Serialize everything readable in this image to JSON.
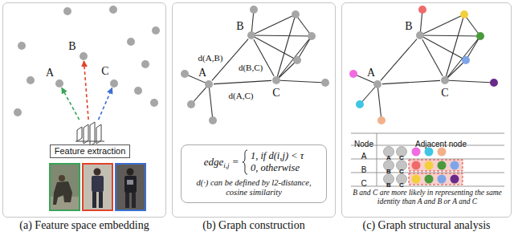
{
  "diagram": {
    "nodes": [
      {
        "text": [
          "(a) Feature space embedding"
        ]
      },
      {
        "text": [
          "(b) Graph construction"
        ]
      },
      {
        "text": [
          "(c) Graph structural analysis"
        ]
      },
      {
        "text": [
          "A"
        ],
        "in": 0
      },
      {
        "text": [
          "B"
        ],
        "in": 0
      },
      {
        "text": [
          "C"
        ],
        "in": 0
      },
      {
        "text": [
          "Feature extraction"
        ],
        "in": 0
      },
      {
        "text": [
          "A"
        ],
        "in": 1
      },
      {
        "text": [
          "B"
        ],
        "in": 1
      },
      {
        "text": [
          "C"
        ],
        "in": 1
      },
      {
        "text": [
          "edge",
          "i,j",
          "=",
          "1, if d(i,j) < τ",
          "0, otherwise",
          "d(·) can be defined by l2-distance, cosine similarity"
        ],
        "in": 1
      },
      {
        "text": [
          "A"
        ],
        "in": 2
      },
      {
        "text": [
          "B"
        ],
        "in": 2
      },
      {
        "text": [
          "C"
        ],
        "in": 2
      }
    ],
    "edges": [
      {
        "from": 6,
        "to": 3,
        "arrow": "to"
      },
      {
        "from": 6,
        "to": 4,
        "arrow": "to"
      },
      {
        "from": 6,
        "to": 5,
        "arrow": "to"
      },
      {
        "from": 7,
        "to": 8,
        "arrow": "none",
        "label": "d(A,B)"
      },
      {
        "from": 8,
        "to": 9,
        "arrow": "none",
        "label": "d(B,C)"
      },
      {
        "from": 7,
        "to": 9,
        "arrow": "none",
        "label": "d(A,C)"
      },
      {
        "from": 11,
        "to": 12,
        "arrow": "none"
      },
      {
        "from": 12,
        "to": 13,
        "arrow": "none"
      },
      {
        "from": 11,
        "to": 13,
        "arrow": "none"
      }
    ],
    "labels": [
      "Node",
      "Adjacent node",
      "A",
      "A",
      "C",
      "B",
      "B",
      "C",
      "C",
      "B",
      "C",
      "B and C are more likely in representing the same identity than A and B or A and C"
    ]
  }
}
